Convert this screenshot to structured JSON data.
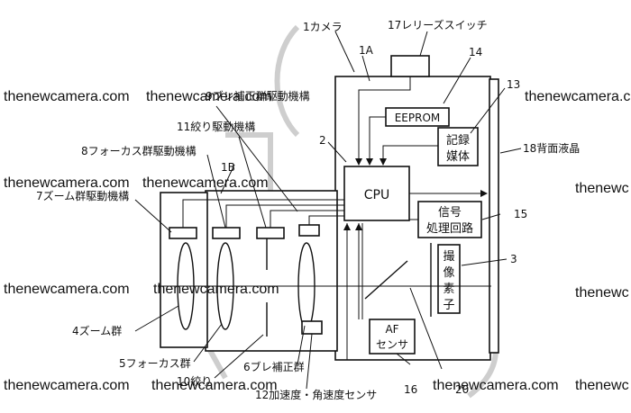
{
  "labels": {
    "camera": "1カメラ",
    "release_switch": "17レリーズスイッチ",
    "body_part": "1A",
    "lens_part": "1B",
    "eeprom": "EEPROM",
    "recording_medium_line1": "記録",
    "recording_medium_line2": "媒体",
    "ref_13": "13",
    "ref_14": "14",
    "rear_lcd": "18背面液晶",
    "ref_2": "2",
    "cpu": "CPU",
    "signal_line1": "信号",
    "signal_line2": "処理回路",
    "ref_15": "15",
    "sensor_chars": [
      "撮",
      "像",
      "素",
      "子"
    ],
    "ref_3": "3",
    "af_line1": "AF",
    "af_line2": "センサ",
    "ref_16": "16",
    "ref_20": "20",
    "shake_correction_drive": "9ブレ補正群駆動機構",
    "aperture_drive": "11絞り駆動機構",
    "focus_drive": "8フォーカス群駆動機構",
    "zoom_drive": "7ズーム群駆動機構",
    "zoom_group": "4ズーム群",
    "focus_group": "5フォーカス群",
    "shake_group": "6ブレ補正群",
    "aperture": "10絞り",
    "gyro": "12加速度・角速度センサ"
  },
  "watermark": {
    "text": "thenewcamera.com",
    "text_cut": "thenewc",
    "text_overlap": "thenewcamera.com"
  }
}
